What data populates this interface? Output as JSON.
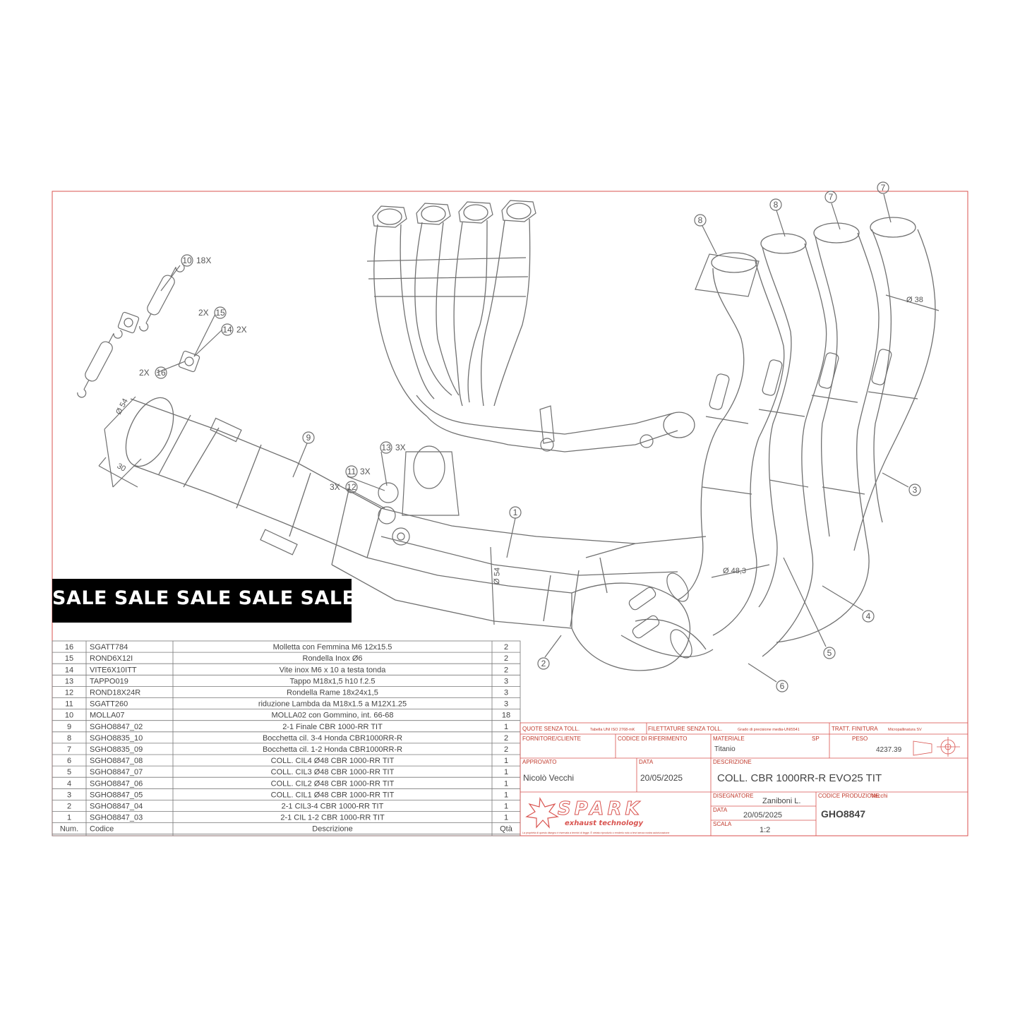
{
  "banner": {
    "text": "SALE SALE SALE SALE SALE"
  },
  "balloons": [
    {
      "n": "1"
    },
    {
      "n": "2"
    },
    {
      "n": "3"
    },
    {
      "n": "4"
    },
    {
      "n": "5"
    },
    {
      "n": "6"
    },
    {
      "n": "7"
    },
    {
      "n": "7"
    },
    {
      "n": "8"
    },
    {
      "n": "8"
    },
    {
      "n": "9"
    },
    {
      "n": "10",
      "note": "18X"
    },
    {
      "n": "11",
      "note": "3X"
    },
    {
      "n": "12",
      "note": "3X"
    },
    {
      "n": "13",
      "note": "3X"
    },
    {
      "n": "14",
      "note": "2X"
    },
    {
      "n": "15",
      "note": "2X"
    },
    {
      "n": "16",
      "note": "2X"
    }
  ],
  "dimensions": {
    "d54a": "Ø 54",
    "d54b": "Ø 54",
    "len30": "30",
    "d48": "Ø 48,3",
    "d38": "Ø 38"
  },
  "bom": {
    "headers": [
      "Num.",
      "Codice",
      "Descrizione",
      "Qtà"
    ],
    "rows": [
      [
        "16",
        "SGATT784",
        "Molletta con Femmina M6 12x15.5",
        "2"
      ],
      [
        "15",
        "ROND6X12I",
        "Rondella Inox Ø6",
        "2"
      ],
      [
        "14",
        "VITE6X10ITT",
        "Vite inox M6 x 10 a testa tonda",
        "2"
      ],
      [
        "13",
        "TAPPO019",
        "Tappo M18x1,5 h10 f.2.5",
        "3"
      ],
      [
        "12",
        "ROND18X24R",
        "Rondella Rame 18x24x1,5",
        "3"
      ],
      [
        "11",
        "SGATT260",
        "riduzione Lambda da M18x1.5 a M12X1.25",
        "3"
      ],
      [
        "10",
        "MOLLA07",
        "MOLLA02 con Gommino, int. 66-68",
        "18"
      ],
      [
        "9",
        "SGHO8847_02",
        "2-1 Finale CBR 1000-RR TIT",
        "1"
      ],
      [
        "8",
        "SGHO8835_10",
        "Bocchetta cil. 3-4 Honda CBR1000RR-R",
        "2"
      ],
      [
        "7",
        "SGHO8835_09",
        "Bocchetta cil. 1-2 Honda CBR1000RR-R",
        "2"
      ],
      [
        "6",
        "SGHO8847_08",
        "COLL. CIL4 Ø48 CBR 1000-RR TIT",
        "1"
      ],
      [
        "5",
        "SGHO8847_07",
        "COLL. CIL3 Ø48 CBR 1000-RR TIT",
        "1"
      ],
      [
        "4",
        "SGHO8847_06",
        "COLL. CIL2 Ø48 CBR 1000-RR TIT",
        "1"
      ],
      [
        "3",
        "SGHO8847_05",
        "COLL. CIL1 Ø48 CBR 1000-RR TIT",
        "1"
      ],
      [
        "2",
        "SGHO8847_04",
        "2-1 CIL3-4 CBR 1000-RR TIT",
        "1"
      ],
      [
        "1",
        "SGHO8847_03",
        "2-1 CIL 1-2 CBR 1000-RR TIT",
        "1"
      ]
    ]
  },
  "title_block": {
    "quote_label": "QUOTE SENZA TOLL.",
    "quote_value": "Tabella UNI ISO 2768-mK",
    "filet_label": "FILETTATURE SENZA TOLL.",
    "filet_value": "Grado di precisione media-UNI5541",
    "tratt_label": "TRATT. FINITURA",
    "tratt_value": "Micropallinatura SV",
    "fornitore_label": "FORNITORE/CLIENTE",
    "codrif_label": "CODICE DI RIFERIMENTO",
    "materiale_label": "MATERIALE",
    "materiale_value": "Titanio",
    "sp_label": "SP",
    "peso_label": "PESO",
    "peso_value": "4237.39",
    "approvato_label": "APPROVATO",
    "approvato_value": "Nicolò Vecchi",
    "data_label": "DATA",
    "data_value": "20/05/2025",
    "descrizione_label": "DESCRIZIONE",
    "descrizione_value": "COLL. CBR 1000RR-R EVO25 TIT",
    "disegnatore_label": "DISEGNATORE",
    "disegnatore_value": "Zaniboni L.",
    "data2_label": "DATA",
    "data2_value": "20/05/2025",
    "scala_label": "SCALA",
    "scala_value": "1:2",
    "codprod_label": "CODICE PRODUZIONE",
    "codprod_approver": "Vecchi",
    "codprod_value": "GHO8847",
    "logo_word": "SPARK",
    "logo_sub": "exhaust technology",
    "disclaimer": "La proprietà di questo disegno è riservata a termini di legge. È vietato riprodurlo o renderlo noto a terzi senza nostra autorizzazione"
  },
  "colors": {
    "frame": "#d9534f",
    "line": "#707070",
    "banner_bg": "#000000",
    "banner_text": "#ffffff"
  }
}
